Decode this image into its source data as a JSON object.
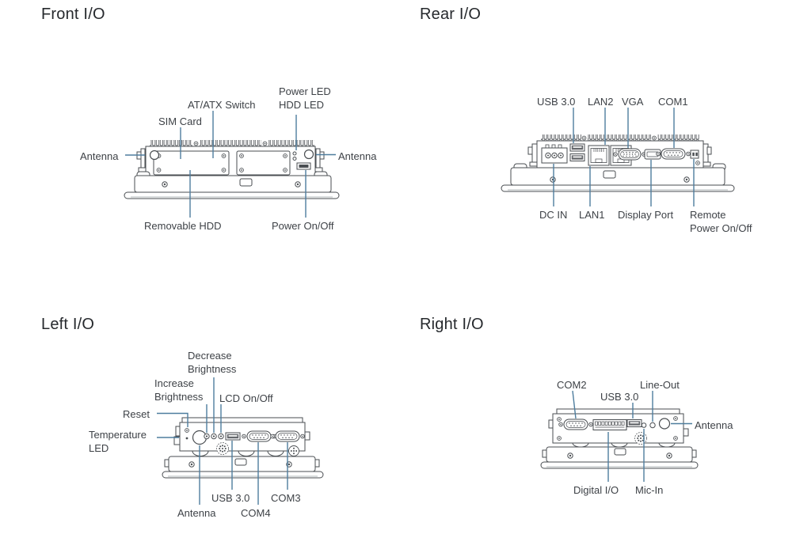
{
  "colors": {
    "leader_line": "#4e7d9e",
    "label_text": "#3e4247",
    "line_art": "#4a4e52",
    "background": "#ffffff"
  },
  "panels": {
    "front": {
      "title": "Front I/O",
      "labels": {
        "power_hdd_led": "Power LED\nHDD LED",
        "at_atx_switch": "AT/ATX Switch",
        "sim_card": "SIM Card",
        "antenna_left": "Antenna",
        "antenna_right": "Antenna",
        "removable_hdd": "Removable HDD",
        "power_on_off": "Power On/Off"
      }
    },
    "rear": {
      "title": "Rear I/O",
      "labels": {
        "usb30": "USB 3.0",
        "lan2": "LAN2",
        "vga": "VGA",
        "com1": "COM1",
        "dc_in": "DC IN",
        "lan1": "LAN1",
        "display_port": "Display Port",
        "remote_power": "Remote\nPower On/Off"
      }
    },
    "left": {
      "title": "Left I/O",
      "labels": {
        "decrease_brightness": "Decrease\nBrightness",
        "increase_brightness": "Increase\nBrightness",
        "lcd_on_off": "LCD On/Off",
        "reset": "Reset",
        "temperature_led": "Temperature\nLED",
        "usb30": "USB 3.0",
        "com3": "COM3",
        "antenna": "Antenna",
        "com4": "COM4"
      }
    },
    "right": {
      "title": "Right I/O",
      "labels": {
        "com2": "COM2",
        "usb30": "USB 3.0",
        "line_out": "Line-Out",
        "antenna": "Antenna",
        "digital_io": "Digital I/O",
        "mic_in": "Mic-In"
      }
    }
  }
}
